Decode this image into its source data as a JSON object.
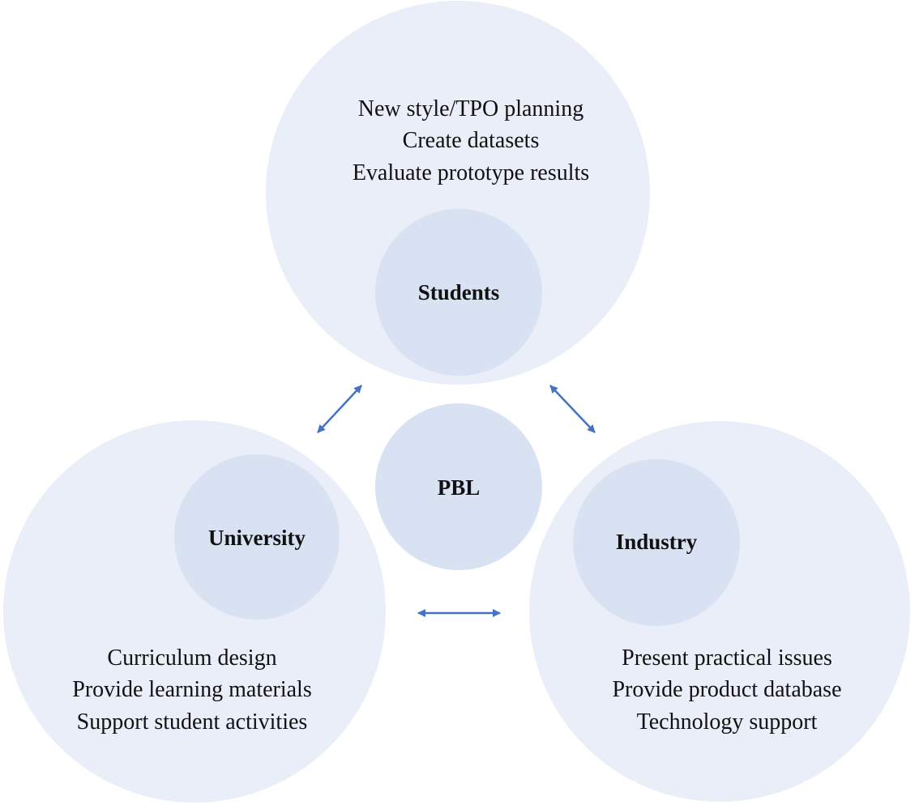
{
  "colors": {
    "outer_fill": "#e9eef8",
    "inner_fill": "#d9e2f3",
    "arrow": "#4472c4",
    "text": "#111111"
  },
  "center": {
    "label": "PBL"
  },
  "students": {
    "label": "Students",
    "items": [
      "New style/TPO planning",
      "Create datasets",
      "Evaluate prototype results"
    ]
  },
  "university": {
    "label": "University",
    "items": [
      "Curriculum design",
      "Provide learning materials",
      "Support student activities"
    ]
  },
  "industry": {
    "label": "Industry",
    "items": [
      "Present practical issues",
      "Provide product database",
      "Technology support"
    ]
  }
}
